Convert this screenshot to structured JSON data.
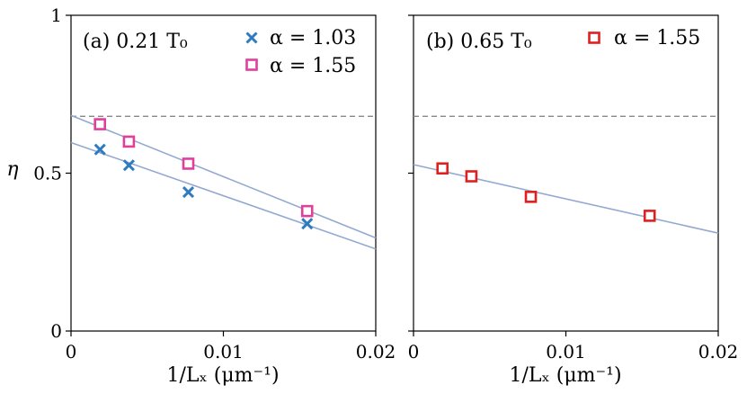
{
  "chart_data": [
    {
      "type": "scatter",
      "panel_label": "(a) 0.21 T₀",
      "xlabel": "1/Lₓ (μm⁻¹)",
      "ylabel": "η",
      "xlim": [
        0,
        0.02
      ],
      "ylim": [
        0,
        1
      ],
      "xticks": [
        "0",
        "0.01",
        "0.02"
      ],
      "yticks": [
        "0",
        "0.5",
        "1"
      ],
      "reference_line": {
        "y": 0.68,
        "style": "dashed",
        "color": "#888888"
      },
      "series": [
        {
          "name": "α = 1.03",
          "marker": "x",
          "color": "#2f7bbf",
          "x": [
            0.0019,
            0.0038,
            0.0077,
            0.0155
          ],
          "y": [
            0.575,
            0.525,
            0.44,
            0.34
          ],
          "fit": {
            "x": [
              0,
              0.02
            ],
            "y": [
              0.597,
              0.26
            ]
          }
        },
        {
          "name": "α = 1.55",
          "marker": "square",
          "color": "#e0409a",
          "x": [
            0.0019,
            0.0038,
            0.0077,
            0.0155
          ],
          "y": [
            0.655,
            0.6,
            0.53,
            0.38
          ],
          "fit": {
            "x": [
              0,
              0.02
            ],
            "y": [
              0.683,
              0.295
            ]
          }
        }
      ],
      "fit_color": "#93a9d2",
      "legend_position": "top-right"
    },
    {
      "type": "scatter",
      "panel_label": "(b) 0.65 T₀",
      "xlabel": "1/Lₓ (μm⁻¹)",
      "ylabel": "",
      "xlim": [
        0,
        0.02
      ],
      "ylim": [
        0,
        1
      ],
      "xticks": [
        "0",
        "0.01",
        "0.02"
      ],
      "yticks": [],
      "reference_line": {
        "y": 0.68,
        "style": "dashed",
        "color": "#888888"
      },
      "series": [
        {
          "name": "α = 1.55",
          "marker": "square",
          "color": "#e02020",
          "x": [
            0.0019,
            0.0038,
            0.0077,
            0.0155
          ],
          "y": [
            0.515,
            0.49,
            0.425,
            0.365
          ],
          "fit": {
            "x": [
              0,
              0.02
            ],
            "y": [
              0.527,
              0.31
            ]
          }
        }
      ],
      "fit_color": "#93a9d2",
      "legend_position": "top-right"
    }
  ]
}
